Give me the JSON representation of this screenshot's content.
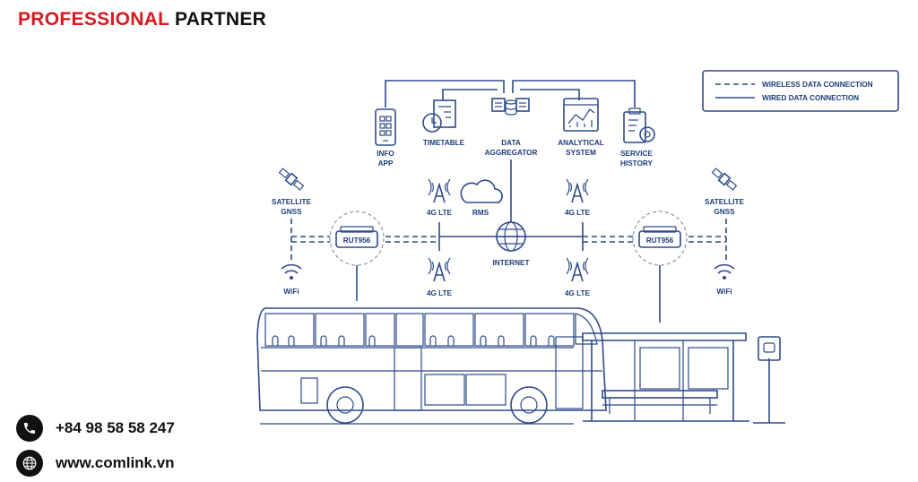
{
  "header": {
    "brand_red": "PROFESSIONAL",
    "brand_dark": "PARTNER"
  },
  "contacts": {
    "phone": "+84 98 58 58 247",
    "website": "www.comlink.vn"
  },
  "legend": {
    "wireless": "WIRELESS DATA CONNECTION",
    "wired": "WIRED DATA CONNECTION"
  },
  "nodes": {
    "info_app": [
      "INFO",
      "APP"
    ],
    "timetable": "TIMETABLE",
    "data_aggregator": [
      "DATA",
      "AGGREGATOR"
    ],
    "analytical_system": [
      "ANALYTICAL",
      "SYSTEM"
    ],
    "service_history": [
      "SERVICE",
      "HISTORY"
    ],
    "rms": "RMS",
    "internet": "INTERNET",
    "lte": "4G LTE",
    "satellite": [
      "SATELLITE",
      "GNSS"
    ],
    "wifi": "WiFi",
    "router": "RUT956"
  },
  "colors": {
    "accent": "#d71920",
    "line": "#2d4a8a"
  }
}
